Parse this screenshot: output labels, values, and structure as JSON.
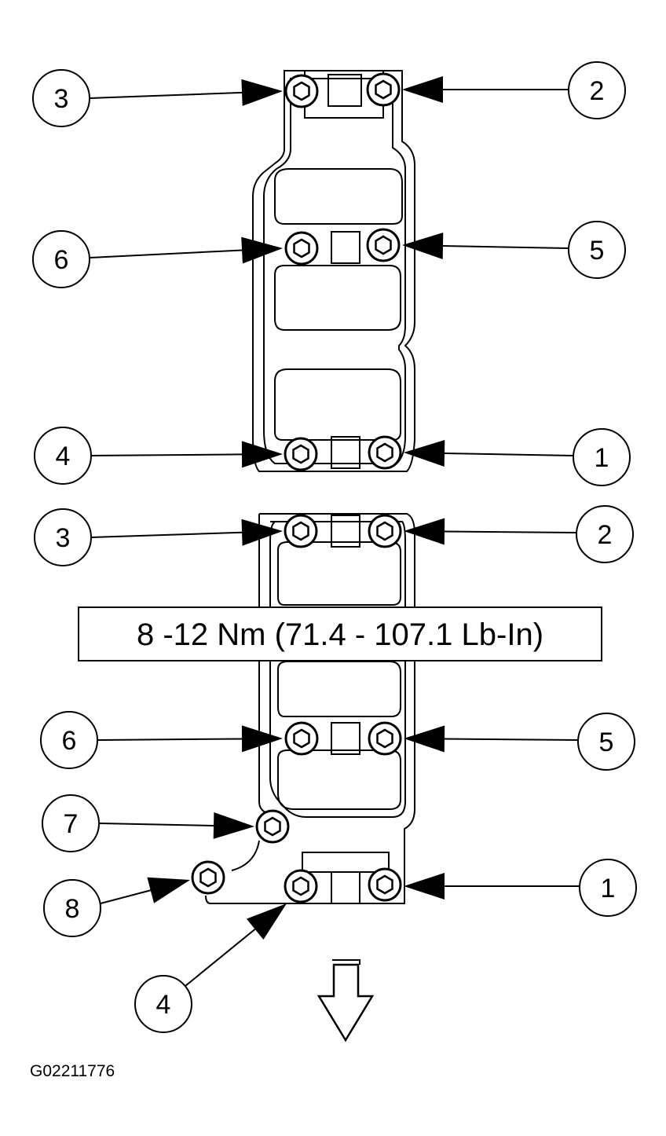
{
  "torque_spec": "8 -12 Nm (71.4 - 107.1 Lb-In)",
  "figure_id": "G02211776",
  "upper_gasket": {
    "callouts": [
      {
        "label": "3"
      },
      {
        "label": "2"
      },
      {
        "label": "6"
      },
      {
        "label": "5"
      },
      {
        "label": "4"
      },
      {
        "label": "1"
      }
    ]
  },
  "lower_gasket": {
    "callouts": [
      {
        "label": "3"
      },
      {
        "label": "2"
      },
      {
        "label": "6"
      },
      {
        "label": "5"
      },
      {
        "label": "7"
      },
      {
        "label": "8"
      },
      {
        "label": "1"
      },
      {
        "label": "4"
      }
    ]
  },
  "direction_arrow": "down-arrow-icon"
}
